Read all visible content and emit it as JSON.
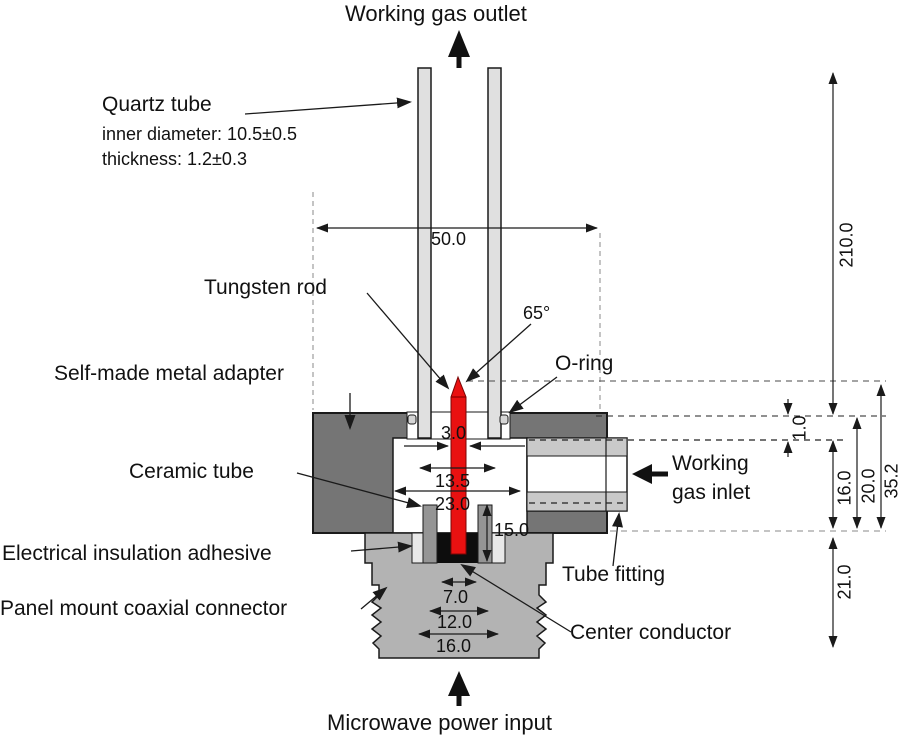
{
  "titles": {
    "top": "Working gas outlet",
    "bottom": "Microwave power input"
  },
  "labels": {
    "quartz_tube": "Quartz tube",
    "quartz_inner_diameter": "inner diameter: 10.5±0.5",
    "quartz_thickness": "thickness: 1.2±0.3",
    "tungsten_rod": "Tungsten rod",
    "o_ring": "O-ring",
    "metal_adapter": "Self-made metal adapter",
    "ceramic_tube": "Ceramic tube",
    "working_gas_inlet_line1": "Working",
    "working_gas_inlet_line2": "gas inlet",
    "electrical_insulation": "Electrical insulation adhesive",
    "panel_mount_connector": "Panel mount coaxial connector",
    "tube_fitting": "Tube fitting",
    "center_conductor": "Center conductor"
  },
  "dims": {
    "angle": "65°",
    "d50": "50.0",
    "d210": "210.0",
    "d3": "3.0",
    "d13_5": "13.5",
    "d23": "23.0",
    "d15": "15.0",
    "d1": "1.0",
    "d16_side": "16.0",
    "d20": "20.0",
    "d35_2": "35.2",
    "d21": "21.0",
    "d7": "7.0",
    "d12": "12.0",
    "d16_bottom": "16.0"
  },
  "colors": {
    "tungsten_red": "#e91111",
    "adapter_gray": "#757575",
    "connector_gray": "#b3b3b3",
    "quartz_gray": "#e0e0e0",
    "ceramic_gray": "#959595",
    "fitting_gray": "#c9c9c9",
    "insulation_gray": "#e8e8e8",
    "line_black": "#1a1a1a"
  }
}
